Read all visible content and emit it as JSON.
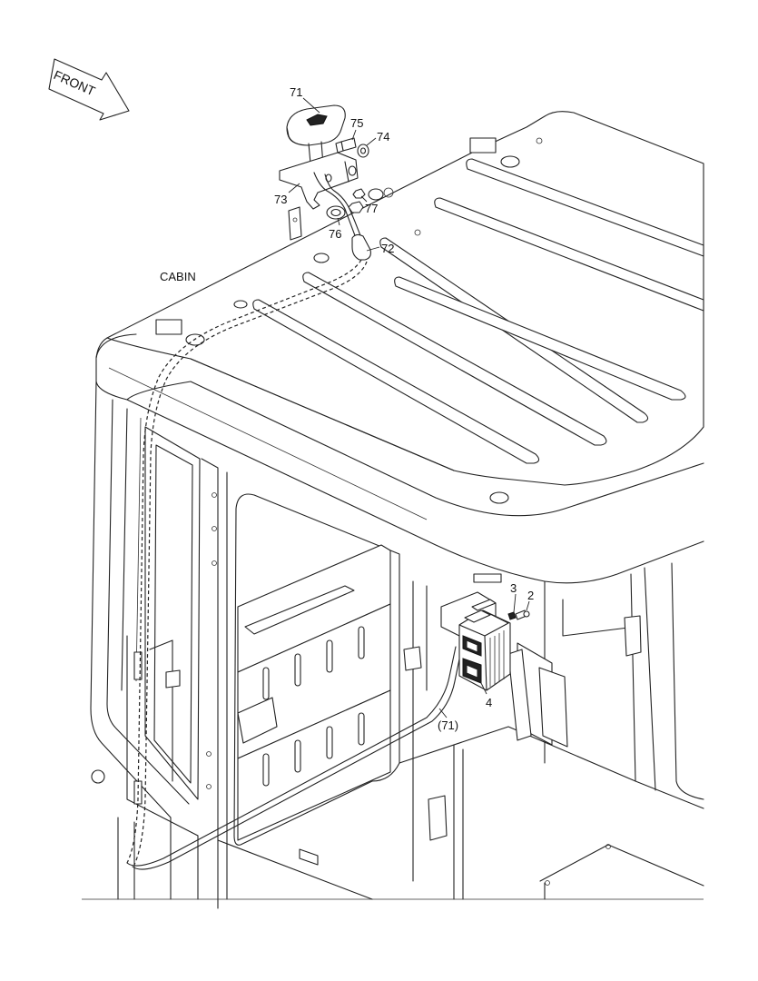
{
  "diagram": {
    "direction_label": "FRONT",
    "assembly_label": "CABIN",
    "callouts": [
      {
        "id": "c71",
        "text": "71"
      },
      {
        "id": "c75",
        "text": "75"
      },
      {
        "id": "c74",
        "text": "74"
      },
      {
        "id": "c73",
        "text": "73"
      },
      {
        "id": "c77",
        "text": "77"
      },
      {
        "id": "c76",
        "text": "76"
      },
      {
        "id": "c72",
        "text": "72"
      },
      {
        "id": "c3",
        "text": "3"
      },
      {
        "id": "c2",
        "text": "2"
      },
      {
        "id": "c4",
        "text": "4"
      },
      {
        "id": "c71b",
        "text": "(71)"
      }
    ]
  }
}
